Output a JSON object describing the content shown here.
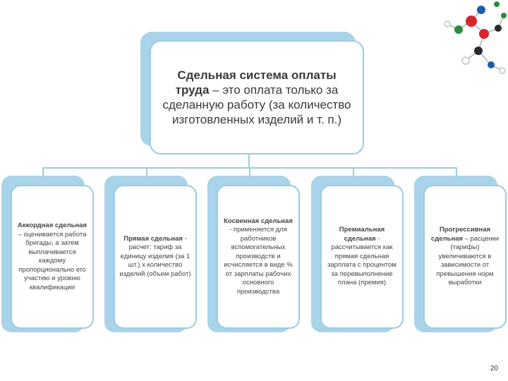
{
  "root": {
    "title_bold": "Сдельная система оплаты труда",
    "title_rest": " – это оплата только за сделанную работу (за количество изготовленных изделий и т. п.)"
  },
  "children": [
    {
      "bold": "Аккордная сдельная",
      "rest": " – оценивается работа бригады, а затем выплачивается каждому пропорционально его участию и уровню квалификации"
    },
    {
      "bold": "Прямая сдельная",
      "rest": " - расчет: тариф за единицу изделия (за 1 шт.) х количество изделий (объем работ)"
    },
    {
      "bold": "Косвенная сдельная",
      "rest": " - применяется для работников вспомогательных производств и исчисляется в виде % от зарплаты рабочих основного производства"
    },
    {
      "bold": "Премиальная сдельная",
      "rest": " - рассчитывается как прямая сдельная зарплата с процентом за перевыполнение плана (премия)"
    },
    {
      "bold": "Прогрессивная сдельная",
      "rest": " – расценки (тарифы) увеличиваются в зависимости от превышения норм выработки"
    }
  ],
  "page_number": "20"
}
